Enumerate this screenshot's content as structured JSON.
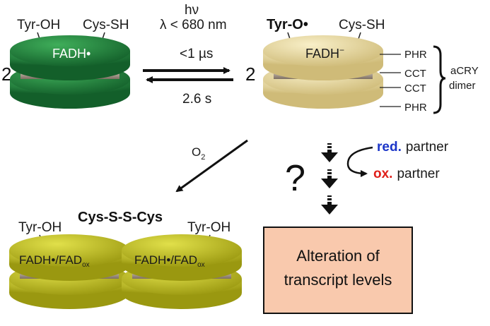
{
  "colors": {
    "green_dimer": "#1f7a3a",
    "tan_dimer": "#e9d9a0",
    "yellow_dimer": "#c7c51f",
    "box_fill": "#f9c9ad",
    "red_label": "#e0201b",
    "blue_label": "#1b35c8"
  },
  "left_dimer": {
    "stoich": "2",
    "tyr": "Tyr-OH",
    "cys": "Cys-SH",
    "cofactor": "FADH•"
  },
  "right_dimer": {
    "stoich": "2",
    "tyr": "Tyr-O•",
    "cys": "Cys-SH",
    "cofactor_main": "FADH",
    "cofactor_sup": "−",
    "domains": [
      "PHR",
      "CCT",
      "CCT",
      "PHR"
    ],
    "dimer_label_line1": "aCRY",
    "dimer_label_line2": "dimer"
  },
  "reaction": {
    "light_line1": "hν",
    "light_line2": "λ < 680 nm",
    "forward_time": "<1 µs",
    "reverse_time": "2.6 s",
    "oxygen": "O",
    "oxygen_sub": "2"
  },
  "partners": {
    "red_word": "red.",
    "ox_word": "ox.",
    "partner_word": "partner",
    "question": "?"
  },
  "oxidized_dimer": {
    "left_tyr": "Tyr-OH",
    "bridge": "Cys-S-S-Cys",
    "right_tyr": "Tyr-OH",
    "cofactor_main": "FADH•/FAD",
    "cofactor_sub": "ox"
  },
  "outcome": {
    "line1": "Alteration of",
    "line2": "transcript levels"
  }
}
